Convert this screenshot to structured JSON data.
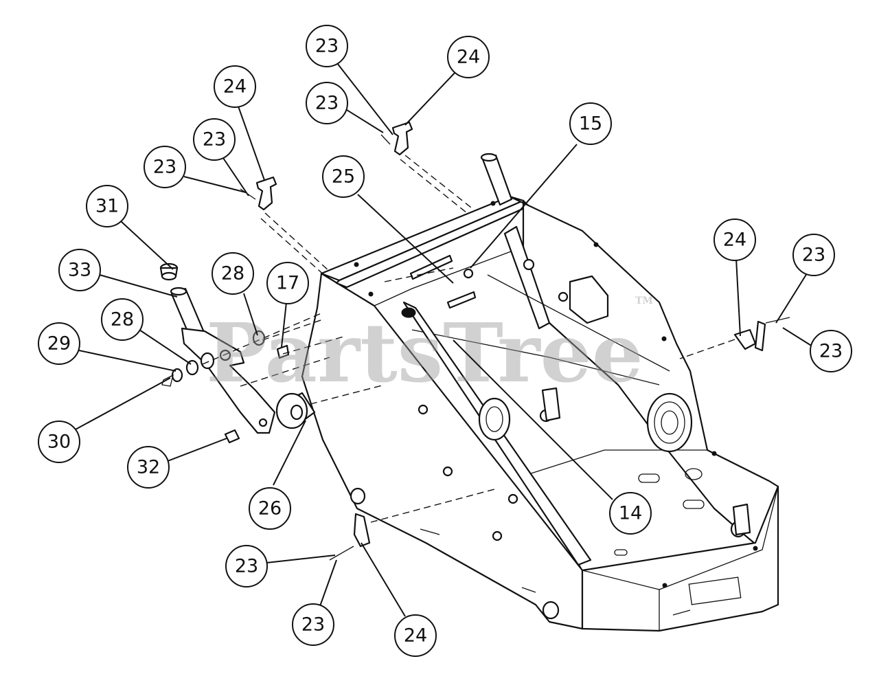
{
  "watermark": {
    "text": "PartsTree",
    "tm": "TM"
  },
  "callouts": {
    "c23_top1": "23",
    "c24_top": "24",
    "c23_top2": "23",
    "c15": "15",
    "c24_left": "24",
    "c23_left1": "23",
    "c23_left2": "23",
    "c25": "25",
    "c31": "31",
    "c33": "33",
    "c28_upper": "28",
    "c17": "17",
    "c28_lower": "28",
    "c29": "29",
    "c30": "30",
    "c32": "32",
    "c26": "26",
    "c14": "14",
    "c24_right": "24",
    "c23_right1": "23",
    "c23_right2": "23",
    "c23_bottom1": "23",
    "c23_bottom2": "23",
    "c24_bottom": "24"
  }
}
